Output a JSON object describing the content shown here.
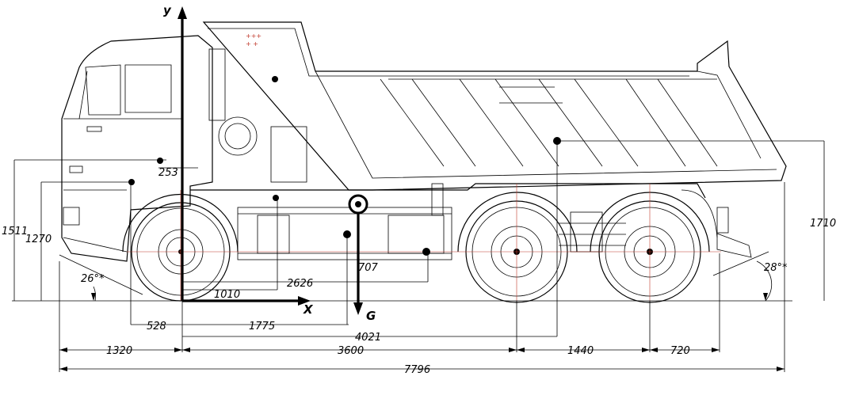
{
  "axes": {
    "y": "y",
    "x": "X",
    "g": "G"
  },
  "dimensions": {
    "d1511": "1511",
    "d1270": "1270",
    "d1710": "1710",
    "d253": "253",
    "d1010": "1010",
    "d2626": "2626",
    "d707": "707",
    "d528": "528",
    "d1775": "1775",
    "d4021": "4021",
    "d1320": "1320",
    "d3600": "3600",
    "d1440": "1440",
    "d720": "720",
    "d7796": "7796"
  },
  "angles": {
    "front": "26°*",
    "rear": "28°*"
  },
  "colors": {
    "line": "#000000",
    "centerline": "#c0392b"
  }
}
